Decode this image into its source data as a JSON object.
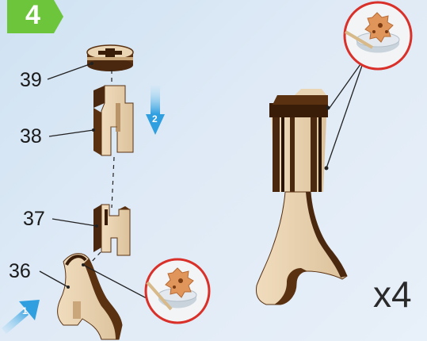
{
  "step": {
    "number": "4"
  },
  "parts": [
    {
      "label": "39"
    },
    {
      "label": "38"
    },
    {
      "label": "37"
    },
    {
      "label": "36"
    }
  ],
  "arrows": [
    {
      "label": "2"
    },
    {
      "label": "1"
    }
  ],
  "quantity": "x4",
  "colors": {
    "badge_green": "#6cc53b",
    "wood_light": "#e8d2b0",
    "wood_dark": "#5a3212",
    "arrow_blue": "#3aa9e6",
    "glue_ring": "#d9312a"
  }
}
